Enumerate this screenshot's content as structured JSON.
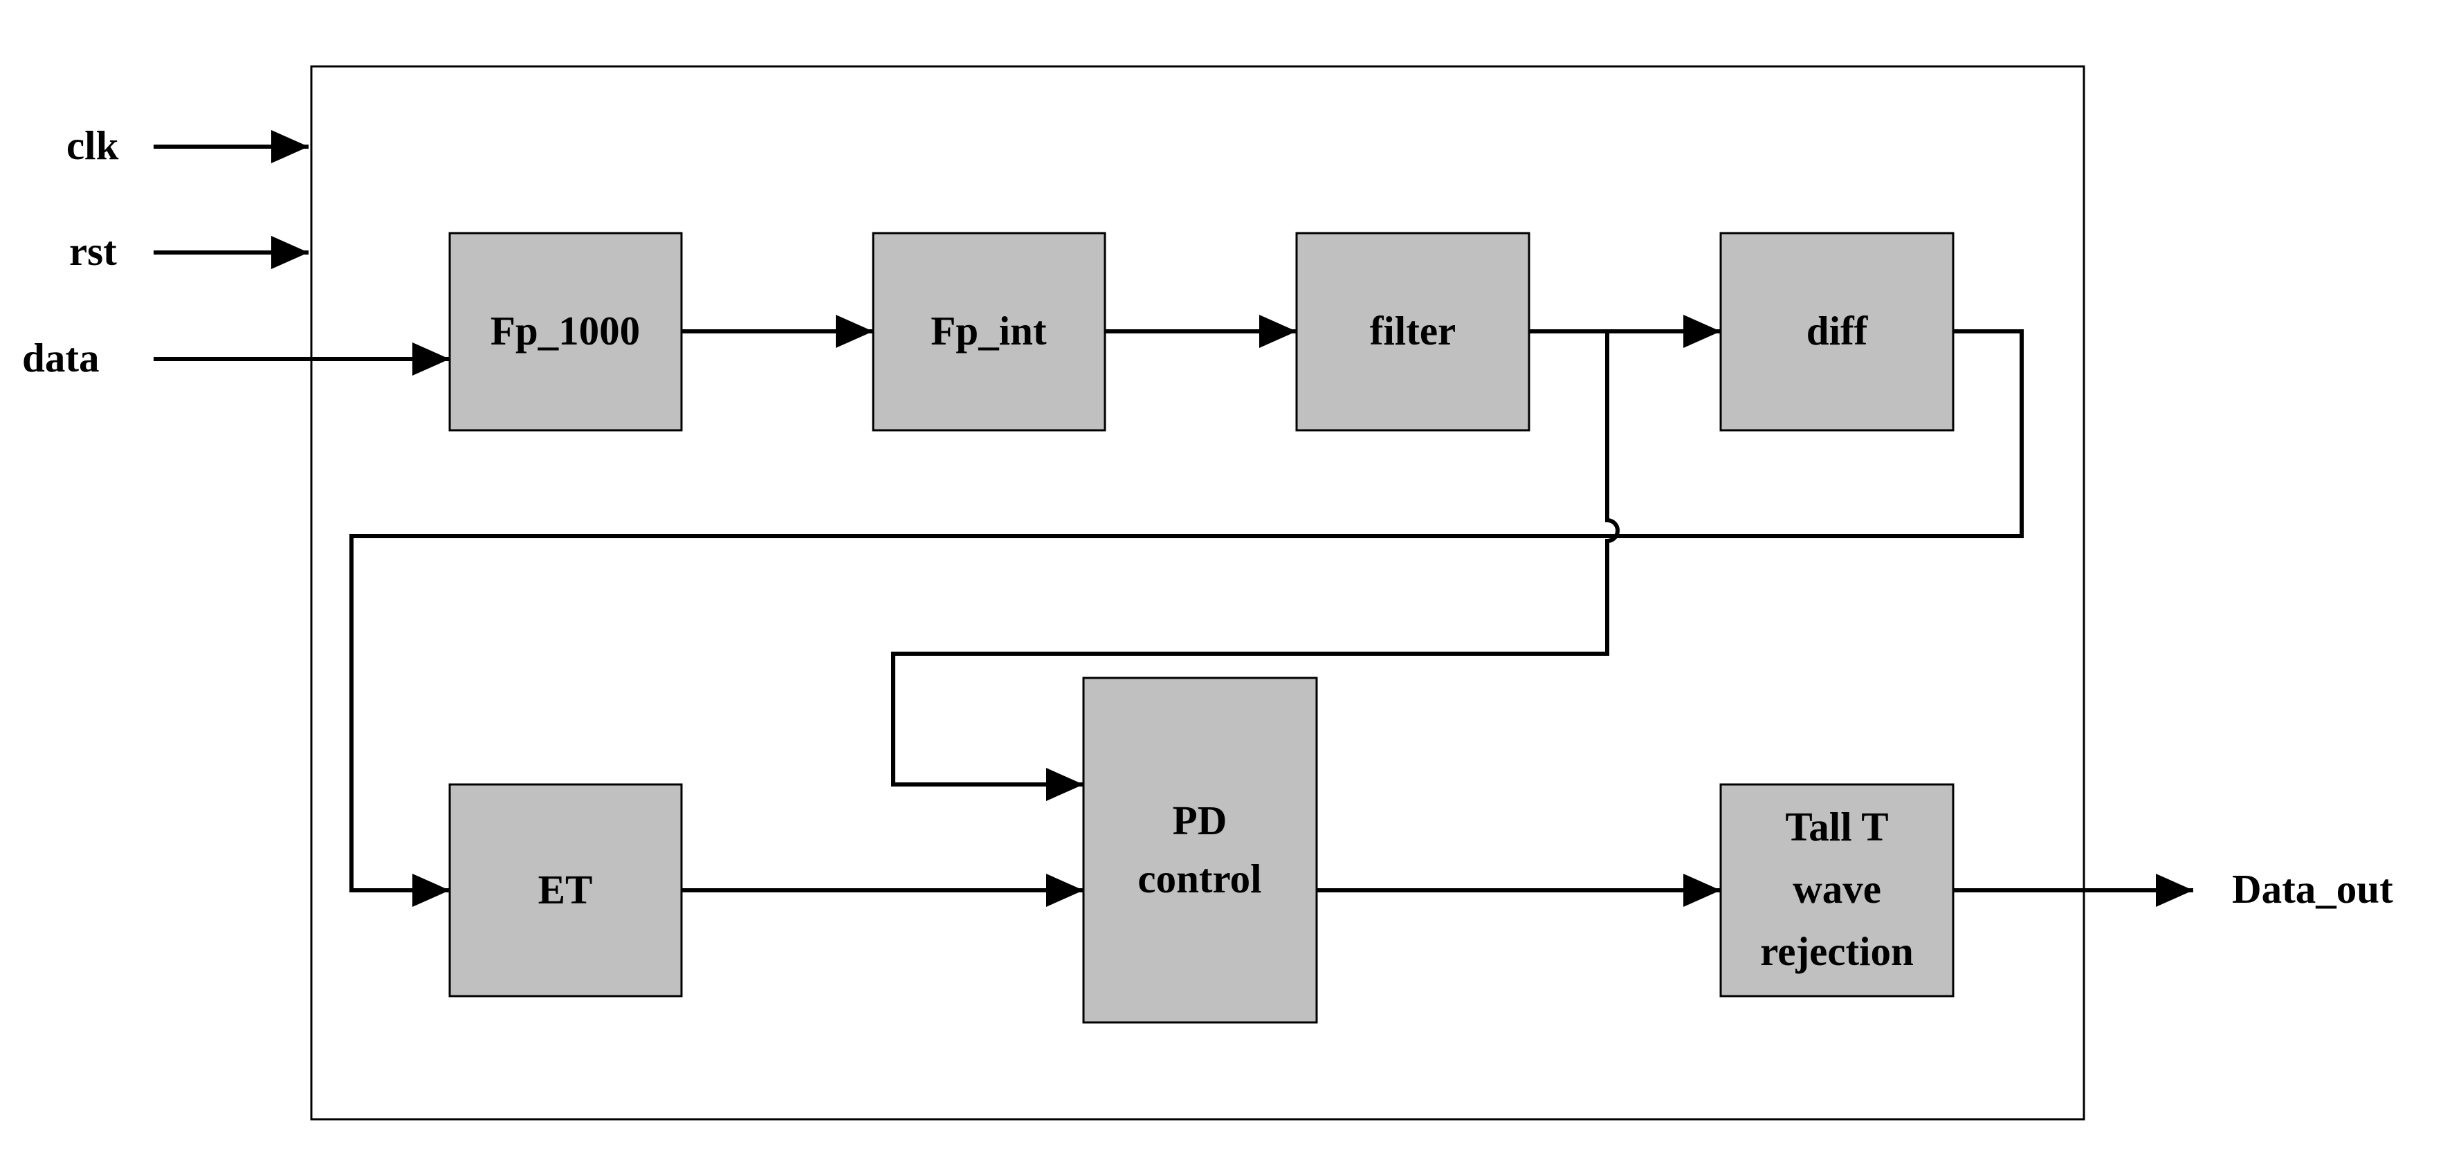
{
  "diagram": {
    "inputs": {
      "clk": "clk",
      "rst": "rst",
      "data": "data"
    },
    "output": "Data_out",
    "blocks": {
      "fp1000": [
        "Fp_1000"
      ],
      "fpint": [
        "Fp_int"
      ],
      "filter": [
        "filter"
      ],
      "diff": [
        "diff"
      ],
      "et": [
        "ET"
      ],
      "pd": [
        "PD",
        "control"
      ],
      "tallt": [
        "Tall T",
        "wave",
        "rejection"
      ]
    },
    "colors": {
      "block_fill": "#c0c0c0",
      "line": "#000000",
      "background": "#ffffff"
    }
  }
}
